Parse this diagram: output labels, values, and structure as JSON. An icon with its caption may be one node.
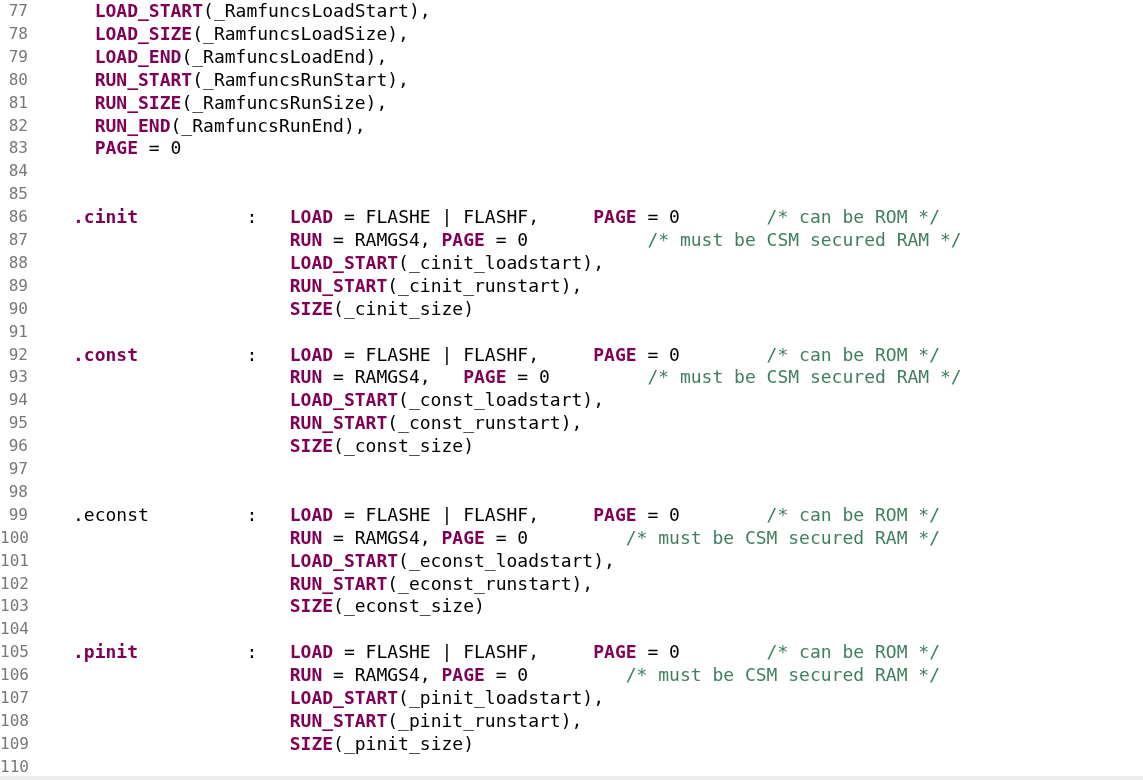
{
  "diagram": {
    "labels": [
      "77",
      "**LOAD_START**(_RamfuncsLoadStart),",
      "78",
      "**LOAD_SIZE**(_RamfuncsLoadSize),",
      "79",
      "**LOAD_END**(_RamfuncsLoadEnd),",
      "80",
      "**RUN_START**(_RamfuncsRunStart),",
      "81",
      "**RUN_SIZE**(_RamfuncsRunSize),",
      "82",
      "**RUN_END**(_RamfuncsRunEnd),",
      "83",
      "**PAGE** = 0",
      "84",
      "85",
      "86",
      "**.cinit**          :   **LOAD** = FLASHE | FLASHF,     **PAGE** = 0        /* can be ROM */",
      "87",
      "**RUN** = RAMGS4, **PAGE** = 0           /* must be CSM secured RAM */",
      "88",
      "**LOAD_START**(_cinit_loadstart),",
      "89",
      "**RUN_START**(_cinit_runstart),",
      "90",
      "**SIZE**(_cinit_size)",
      "91",
      "92",
      "**.const**          :   **LOAD** = FLASHE | FLASHF,     **PAGE** = 0        /* can be ROM */",
      "93",
      "**RUN** = RAMGS4,   **PAGE** = 0         /* must be CSM secured RAM */",
      "94",
      "**LOAD_START**(_const_loadstart),",
      "95",
      "**RUN_START**(_const_runstart),",
      "96",
      "**SIZE**(_const_size)",
      "97",
      "98",
      "99",
      ".econst         :   **LOAD** = FLASHE | FLASHF,     **PAGE** = 0        /* can be ROM */",
      "100",
      "**RUN** = RAMGS4, **PAGE** = 0         /* must be CSM secured RAM */",
      "101",
      "**LOAD_START**(_econst_loadstart),",
      "102",
      "**RUN_START**(_econst_runstart),",
      "103",
      "**SIZE**(_econst_size)",
      "104",
      "105",
      "**.pinit**          :   **LOAD** = FLASHE | FLASHF,     **PAGE** = 0        /* can be ROM */",
      "106",
      "**RUN** = RAMGS4, **PAGE** = 0         /* must be CSM secured RAM */",
      "107",
      "**LOAD_START**(_pinit_loadstart),",
      "108",
      "**RUN_START**(_pinit_runstart),",
      "109",
      "**SIZE**(_pinit_size)",
      "110"
    ]
  }
}
